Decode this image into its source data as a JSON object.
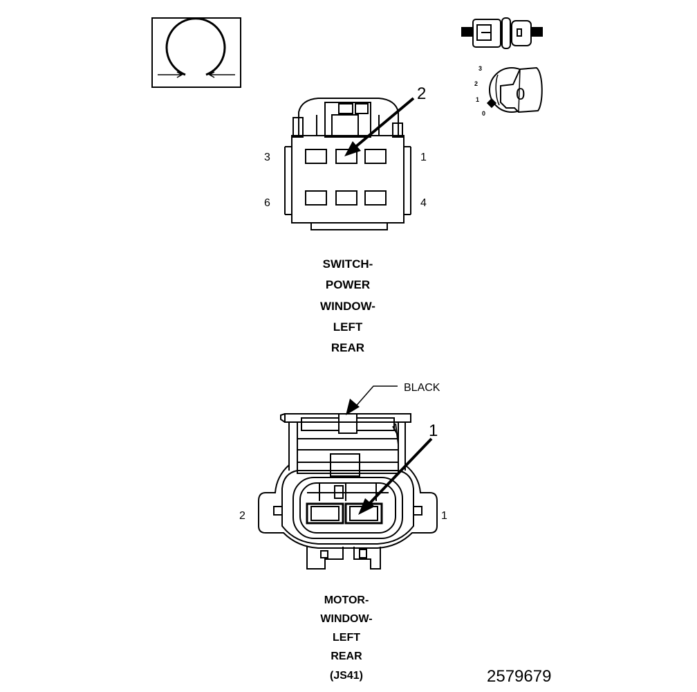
{
  "top_connector": {
    "pins": {
      "top_left": "3",
      "top_right": "1",
      "bottom_left": "6",
      "bottom_right": "4"
    },
    "callout": "2",
    "caption": [
      "SWITCH-",
      "POWER",
      "WINDOW-",
      "LEFT",
      "REAR"
    ]
  },
  "bottom_connector": {
    "pins": {
      "left": "2",
      "right": "1"
    },
    "callout": "1",
    "color_label": "BLACK",
    "caption": [
      "MOTOR-",
      "WINDOW-",
      "LEFT",
      "REAR",
      "(JS41)"
    ]
  },
  "ignition_icon": {
    "positions": [
      "3",
      "2",
      "1",
      "0"
    ],
    "key_label": "0"
  },
  "figure_number": "2579679"
}
